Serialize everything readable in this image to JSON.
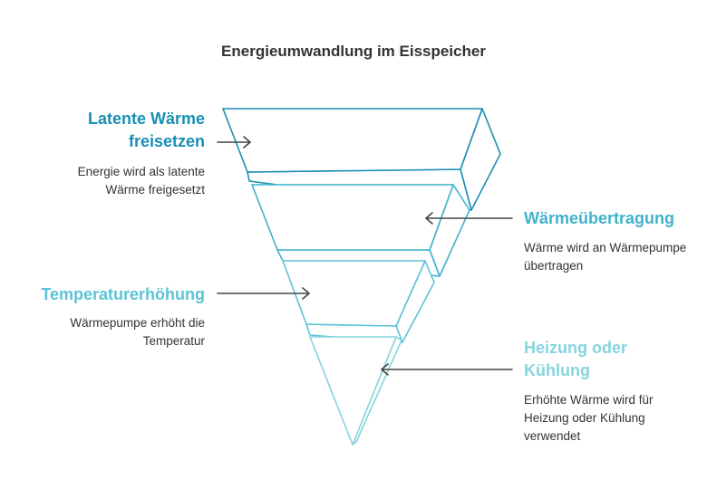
{
  "title": "Energieumwandlung im Eisspeicher",
  "colors": {
    "level1": "#1a8fb4",
    "level2": "#3fb2cd",
    "level3": "#5cc3d6",
    "level4": "#86d4df",
    "text": "#333333",
    "arrow": "#444444"
  },
  "steps": [
    {
      "label": "Latente Wärme freisetzen",
      "description": "Energie wird als latente Wärme freigesetzt"
    },
    {
      "label": "Wärmeübertragung",
      "description": "Wärme wird an Wärmepumpe übertragen"
    },
    {
      "label": "Temperaturerhöhung",
      "description": "Wärmepumpe erhöht die Temperatur"
    },
    {
      "label": "Heizung oder Kühlung",
      "description": "Erhöhte Wärme wird für Heizung oder Kühlung verwendet"
    }
  ]
}
